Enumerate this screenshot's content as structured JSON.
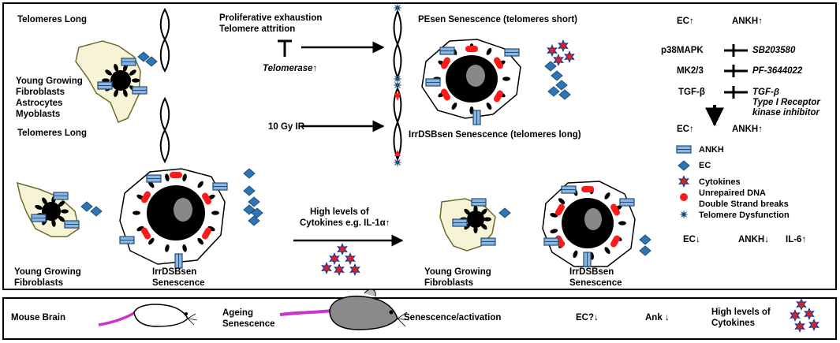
{
  "top_panel": {
    "telomeres_long_1": "Telomeres Long",
    "telomeres_long_2": "Telomeres Long",
    "young_cell_types": [
      "Young Growing",
      "Fibroblasts",
      "Astrocytes",
      "Myoblasts"
    ],
    "proliferative_exhaustion": "Proliferative exhaustion",
    "telomere_attrition": "Telomere attrition",
    "telomerase": "Telomerase↑",
    "ir_dose": "10 Gy IR",
    "pesen_title": "PEsen Senescence (telomeres short)",
    "irrdsb_title": "IrrDSBsen Senescence (telomeres long)",
    "young_fibroblasts_left": [
      "Young Growing",
      "Fibroblasts"
    ],
    "irrdsbsen_left": [
      "IrrDSBsen",
      "Senescence"
    ],
    "cytokines_high": [
      "High levels of",
      "Cytokines e.g. IL-1α↑"
    ],
    "young_fibroblasts_right": [
      "Young Growing",
      "Fibroblasts"
    ],
    "irrdsbsen_right": [
      "IrrDSBsen",
      "Senescence"
    ]
  },
  "pathway": {
    "ec_up_1": "EC↑",
    "ankh_up_1": "ANKH↑",
    "p38": "p38MAPK",
    "sb": "SB203580",
    "mk2": "MK2/3",
    "pf": "PF-3644022",
    "tgfb": "TGF-β",
    "tgfb_inhib": [
      "TGF-β",
      "Type I  Receptor",
      "kinase inhibitor"
    ],
    "ec_up_2": "EC↑",
    "ankh_up_2": "ANKH↑"
  },
  "legend": {
    "ankh": "ANKH",
    "ec": "EC",
    "cytokines": "Cytokines",
    "dna": [
      "Unrepaired DNA",
      "Double Strand breaks"
    ],
    "telomere_dysfunction": "Telomere Dysfunction"
  },
  "outcome": {
    "ec_down": "EC↓",
    "ankh_down": "ANKH↓",
    "il6_up": "IL-6↑"
  },
  "bottom_panel": {
    "mouse_brain": "Mouse Brain",
    "ageing": [
      "Ageing",
      "Senescence"
    ],
    "senescence_activation": "Senescence/activation",
    "ec_q": "EC?↓",
    "ank_down": "Ank ↓",
    "high_cytokines": [
      "High levels of",
      "Cytokines"
    ]
  },
  "colors": {
    "ankh_fill": "#8db3e2",
    "ankh_stroke": "#1f4e79",
    "ec_fill": "#2e75b6",
    "ec_stroke": "#1f4e79",
    "cytokine_fill": "#e02020",
    "cytokine_stroke": "#1f3a93",
    "dsb": "#ff1a1a",
    "telomere_star": "#1f4e79",
    "young_cell_fill": "#f7f3d6",
    "young_cell_stroke": "#6b6b2a",
    "mouse_grey": "#8a8a8a",
    "mouse_tail": "#cc33cc"
  }
}
